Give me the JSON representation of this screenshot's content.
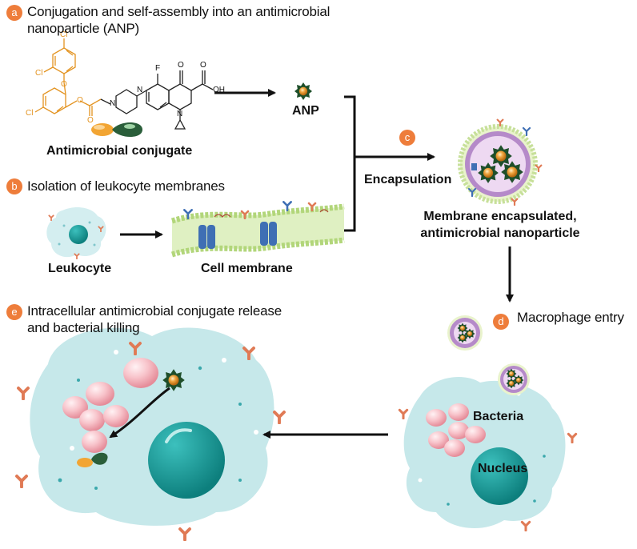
{
  "colors": {
    "badge": "#ee7d3b",
    "membrane": "#cfe6a0",
    "cell_body": "#c6e8ea",
    "nucleus": "#129a98",
    "bacteria": "#f7bcc3",
    "particle_ring": "#b58ac9",
    "dark_green": "#1f4f2a",
    "orange": "#e39320"
  },
  "steps": {
    "a": {
      "badge": "a",
      "title_line1": "Conjugation and self-assembly into an antimicrobial",
      "title_line2": "nanoparticle (ANP)"
    },
    "b": {
      "badge": "b",
      "title": "Isolation of leukocyte membranes"
    },
    "c": {
      "badge": "c"
    },
    "d": {
      "badge": "d",
      "title": "Macrophage entry"
    },
    "e": {
      "badge": "e",
      "title_line1": "Intracellular antimicrobial conjugate release",
      "title_line2": "and bacterial killing"
    }
  },
  "labels": {
    "anp": "ANP",
    "conjugate": "Antimicrobial conjugate",
    "leukocyte": "Leukocyte",
    "cell_membrane": "Cell membrane",
    "encapsulation": "Encapsulation",
    "encapsulated_line1": "Membrane encapsulated,",
    "encapsulated_line2": "antimicrobial nanoparticle",
    "bacteria": "Bacteria",
    "nucleus": "Nucleus"
  },
  "chem_atoms": {
    "cl1": "Cl",
    "cl2": "Cl",
    "cl3": "Cl",
    "o1": "O",
    "o2": "O",
    "o3": "O",
    "f": "F",
    "o_keto": "O",
    "o_acid": "O",
    "oh": "OH",
    "n1": "N",
    "n2": "N",
    "n3": "N"
  }
}
